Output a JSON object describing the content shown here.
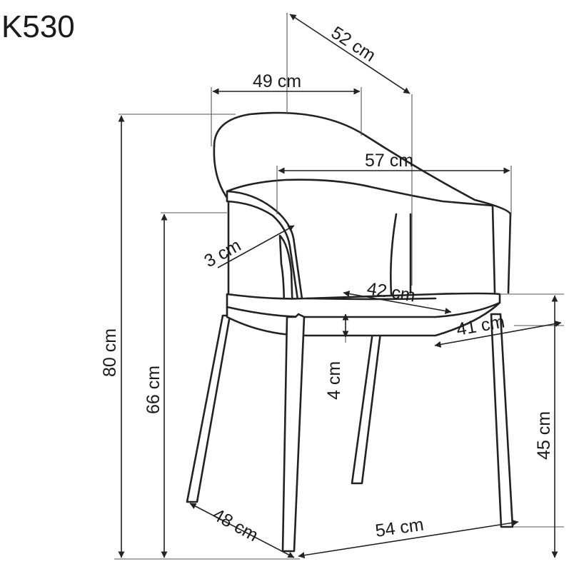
{
  "model": "K530",
  "dimensions": {
    "depth_top": "52 cm",
    "backrest_width": "49 cm",
    "overall_width": "57 cm",
    "armrest_thickness": "3 cm",
    "seat_width": "42 cm",
    "seat_depth": "41 cm",
    "seat_thickness": "4 cm",
    "total_height": "80 cm",
    "armrest_height": "66 cm",
    "seat_height": "45 cm",
    "base_depth": "48 cm",
    "base_width": "54 cm"
  },
  "colors": {
    "line": "#222222",
    "background": "#ffffff"
  }
}
